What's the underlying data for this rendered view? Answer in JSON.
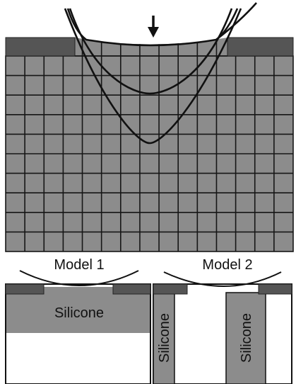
{
  "labels": {
    "model1": "Model 1",
    "model2": "Model 2",
    "silicone_m1": "Silicone",
    "silicone_m2_left": "Silicone",
    "silicone_m2_right": "Silicone"
  },
  "colors": {
    "grid_fill": "#8c8c8c",
    "grid_line": "#161616",
    "clamp": "#555555",
    "silicone": "#8c8c8c",
    "stroke": "#111111",
    "background": "#ffffff"
  },
  "icons": {
    "indenter": "down-arrow-icon"
  }
}
